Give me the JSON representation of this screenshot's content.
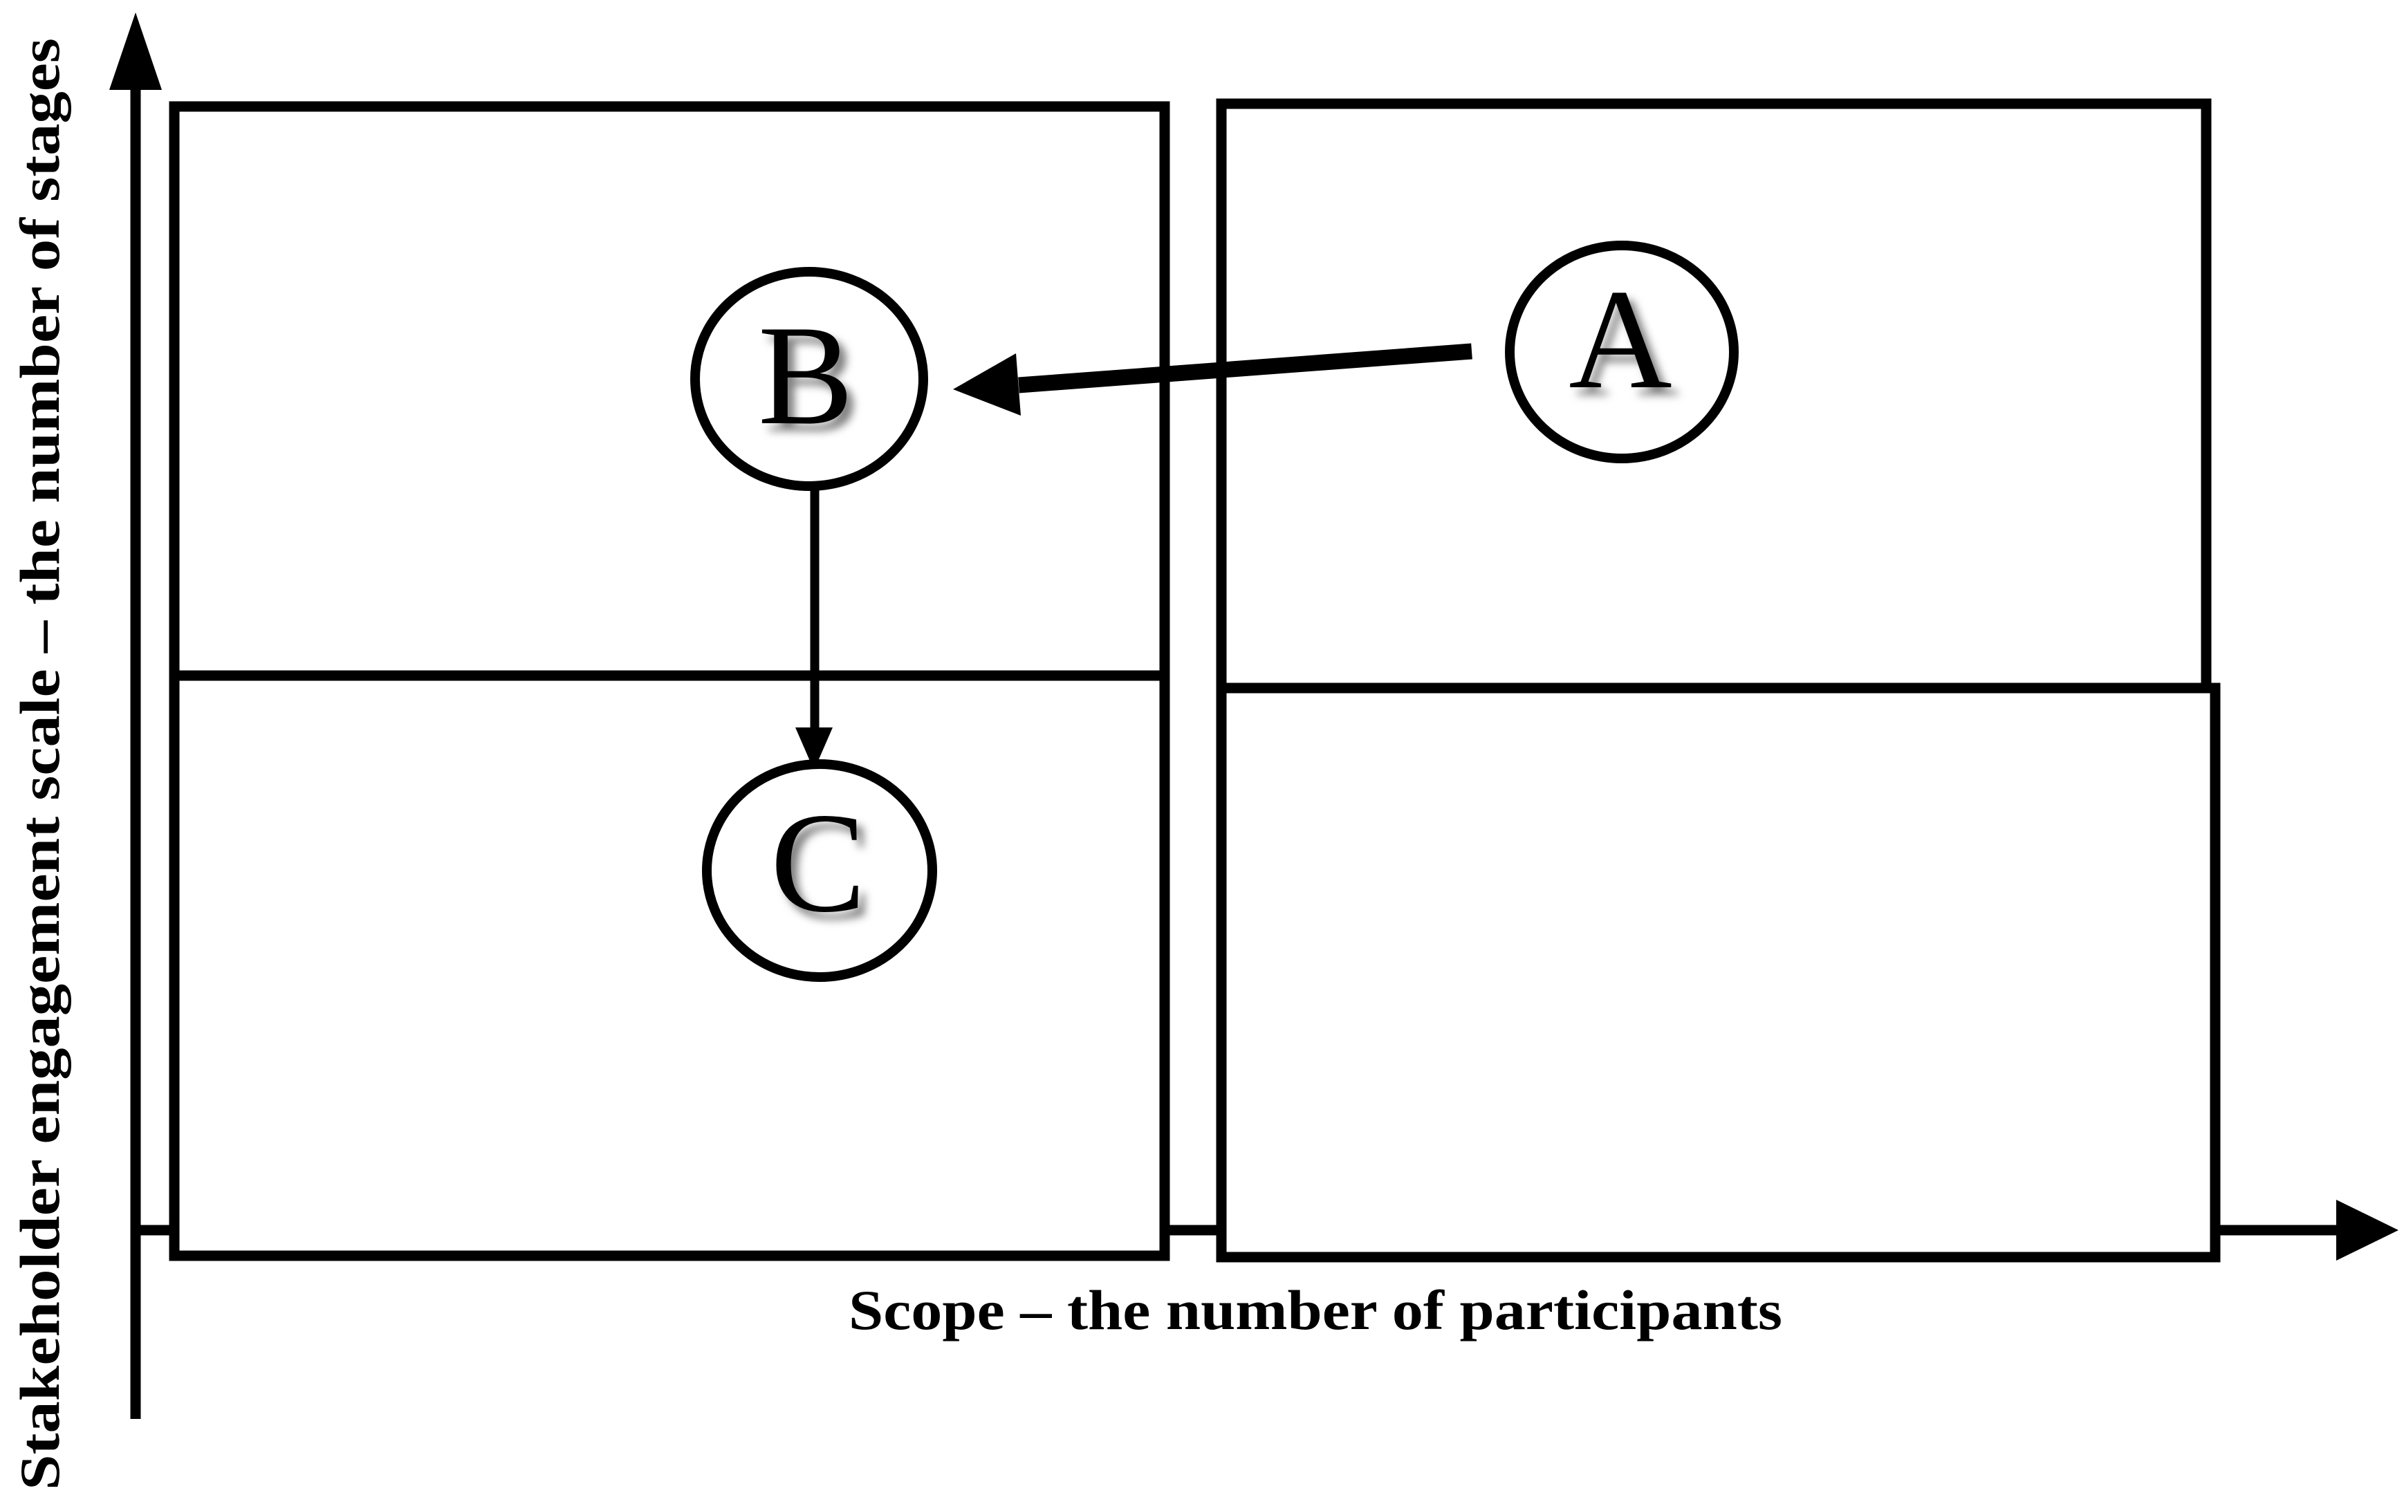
{
  "figure": {
    "type": "quadrant-matrix-diagram",
    "background_color": "#ffffff",
    "stroke_color": "#000000",
    "x_axis": {
      "label": "Scope – the number of participants"
    },
    "y_axis": {
      "label": "Stakeholder engagement scale – the number of stages"
    },
    "quadrants": [
      {
        "position": "top-left",
        "content": ""
      },
      {
        "position": "top-right",
        "content": ""
      },
      {
        "position": "bottom-left",
        "content": ""
      },
      {
        "position": "bottom-right",
        "content": ""
      }
    ],
    "nodes": {
      "a": {
        "label": "A",
        "quadrant": "top-right"
      },
      "b": {
        "label": "B",
        "quadrant": "top-left"
      },
      "c": {
        "label": "C",
        "quadrant": "bottom-left"
      }
    },
    "edges": [
      {
        "from": "A",
        "to": "B",
        "direction": "left"
      },
      {
        "from": "B",
        "to": "C",
        "direction": "down"
      }
    ]
  }
}
